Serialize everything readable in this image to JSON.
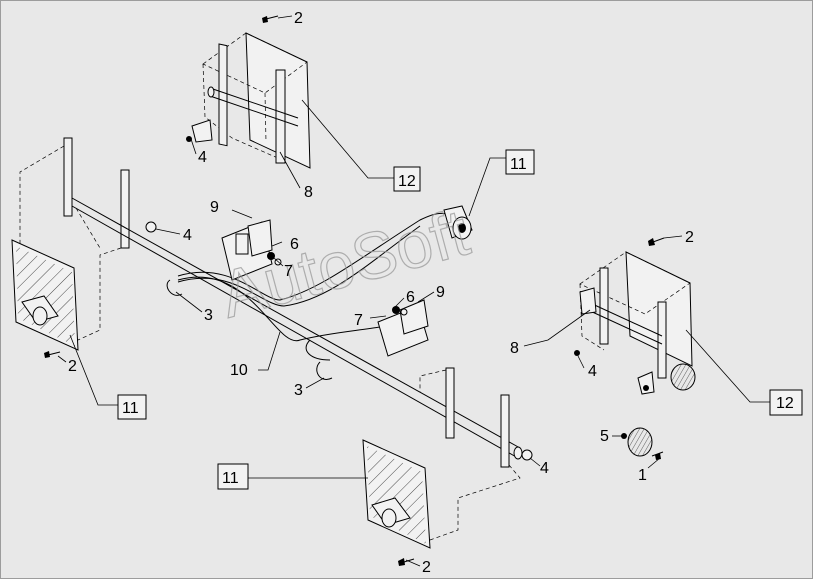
{
  "watermark": "AutoSoft",
  "callouts": [
    {
      "id": "c2a",
      "text": "2"
    },
    {
      "id": "c4a",
      "text": "4"
    },
    {
      "id": "c8a",
      "text": "8"
    },
    {
      "id": "c12a",
      "text": "12"
    },
    {
      "id": "c11a",
      "text": "11"
    },
    {
      "id": "c9a",
      "text": "9"
    },
    {
      "id": "c6a",
      "text": "6"
    },
    {
      "id": "c7a",
      "text": "7"
    },
    {
      "id": "c4b",
      "text": "4"
    },
    {
      "id": "c3a",
      "text": "3"
    },
    {
      "id": "c2b",
      "text": "2"
    },
    {
      "id": "c11b",
      "text": "11"
    },
    {
      "id": "c10",
      "text": "10"
    },
    {
      "id": "c6b",
      "text": "6"
    },
    {
      "id": "c9b",
      "text": "9"
    },
    {
      "id": "c7b",
      "text": "7"
    },
    {
      "id": "c3b",
      "text": "3"
    },
    {
      "id": "c2c",
      "text": "2"
    },
    {
      "id": "c8b",
      "text": "8"
    },
    {
      "id": "c4c",
      "text": "4"
    },
    {
      "id": "c12b",
      "text": "12"
    },
    {
      "id": "c5",
      "text": "5"
    },
    {
      "id": "c1",
      "text": "1"
    },
    {
      "id": "c11c",
      "text": "11"
    },
    {
      "id": "c4d",
      "text": "4"
    },
    {
      "id": "c2d",
      "text": "2"
    }
  ]
}
